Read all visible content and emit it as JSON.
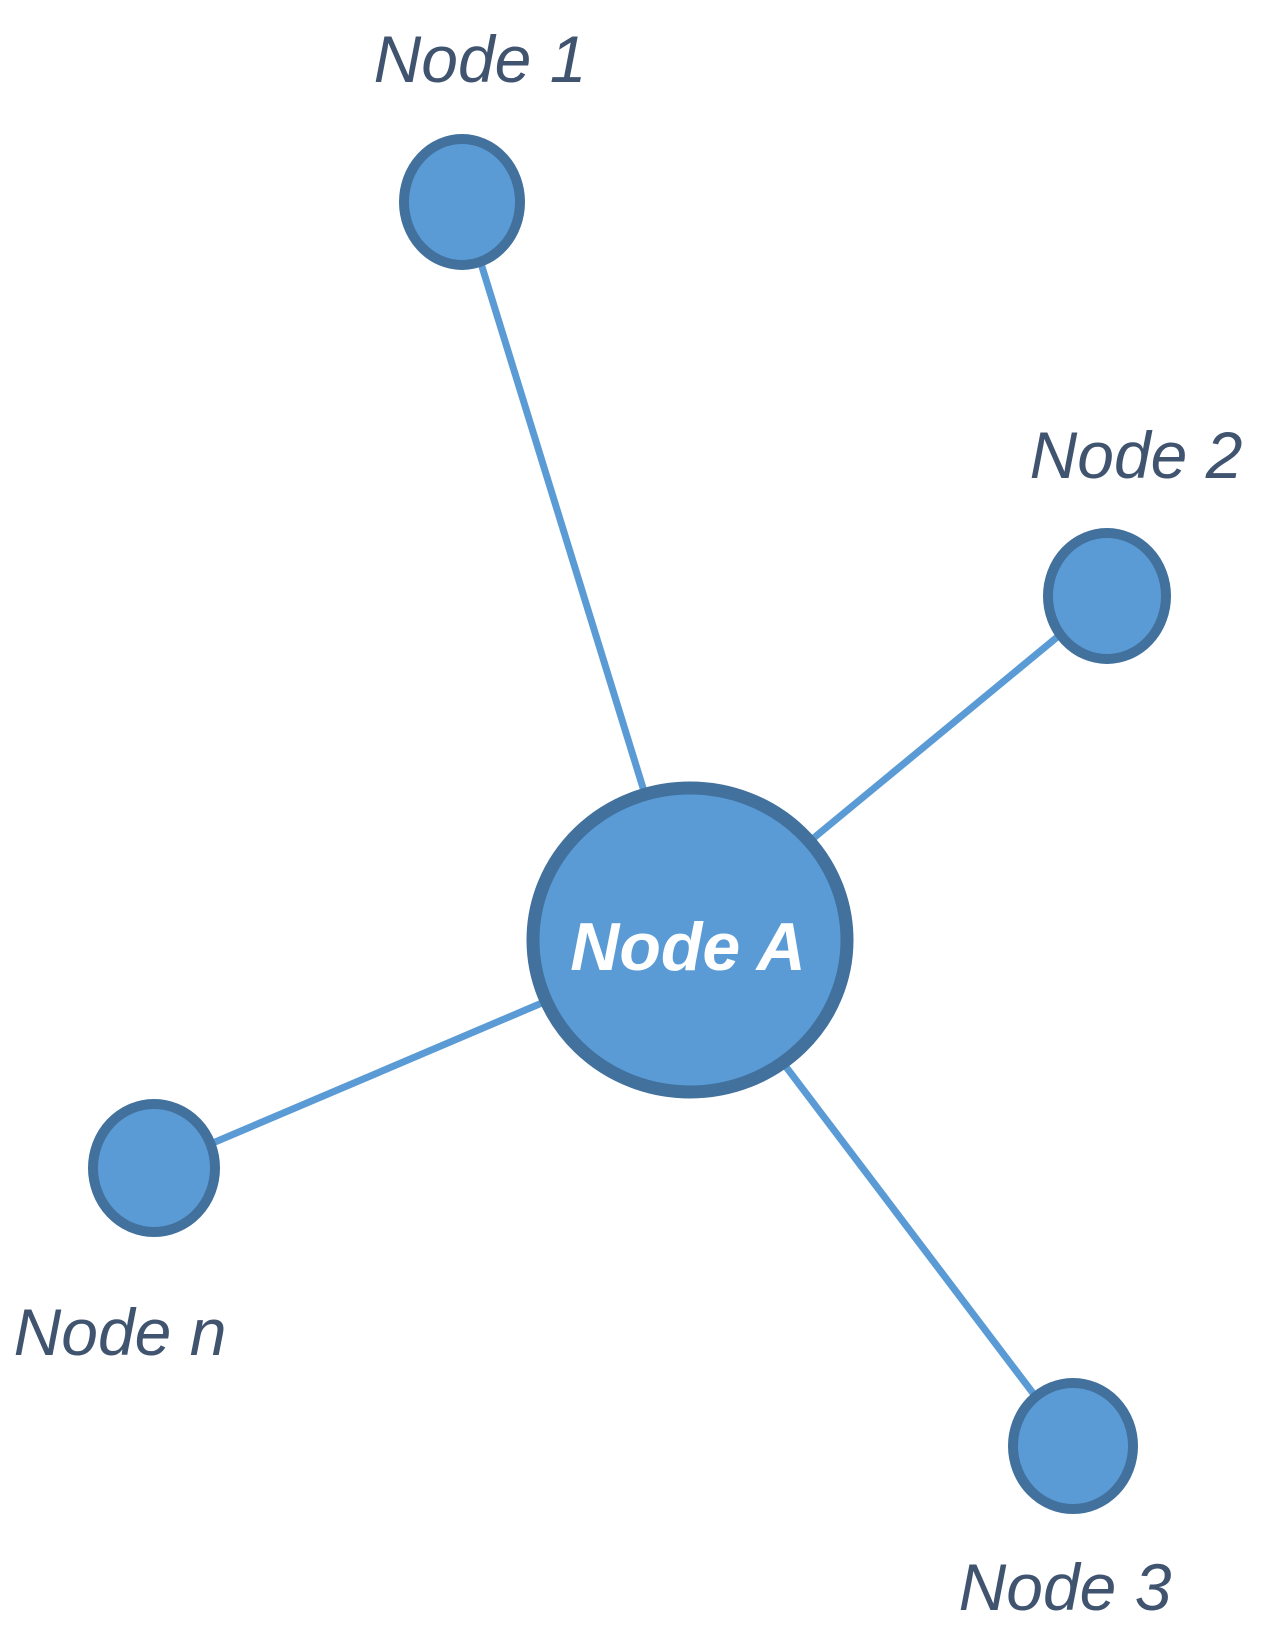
{
  "diagram": {
    "title": "",
    "type": "hub-and-spoke network diagram",
    "center_node": {
      "label": "Node A"
    },
    "nodes": [
      {
        "label": "Node 1"
      },
      {
        "label": "Node 2"
      },
      {
        "label": "Node 3"
      },
      {
        "label": "Node n"
      }
    ],
    "edges": [
      {
        "from": "Node A",
        "to": "Node 1"
      },
      {
        "from": "Node A",
        "to": "Node 2"
      },
      {
        "from": "Node A",
        "to": "Node 3"
      },
      {
        "from": "Node A",
        "to": "Node n"
      }
    ]
  },
  "colors": {
    "node_fill": "#5B9BD5",
    "node_border": "#41719C",
    "edge_stroke": "#5B9BD5",
    "label_text": "#405470",
    "center_label_text": "#FFFFFF",
    "background": "#FFFFFF"
  }
}
